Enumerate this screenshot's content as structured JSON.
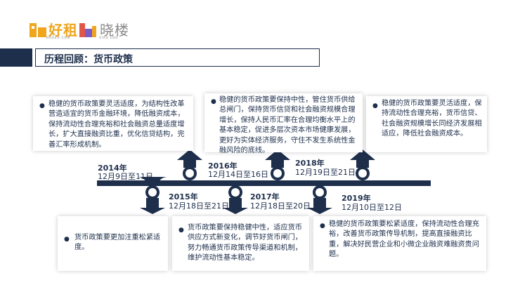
{
  "header": {
    "logo1_text": "好租",
    "logo1_sub": "HAOZU.COM",
    "logo2_text": "晓楼",
    "logo2_sub": "XIAO LOU"
  },
  "title": "历程回顾：货币政策",
  "colors": {
    "navy": "#1e2f4c",
    "logo_orange": "#f0a51c",
    "logo_red": "#e0574a",
    "logo_purple": "#7b5cc4"
  },
  "events": [
    {
      "year": "2014年",
      "dates": "12月9日至11日",
      "text": "稳健的货币政策要灵活适度，为结构性改革营造适宜的货币金融环境，降低融资成本，保持流动性合理充裕和社会融资总量适度增长，扩大直接融资比重，优化信贷结构，完善汇率形成机制。"
    },
    {
      "year": "2015年",
      "dates": "12月18日至21日",
      "text": "货币政策要更加注重松紧适度。"
    },
    {
      "year": "2016年",
      "dates": "12月14日至16日",
      "text": "稳健的货币政策要保持中性，管住货币供给总闸门，保持货币信贷和社会融资规模合理增长，保持人民币汇率在合理均衡水平上的基本稳定，促进多层次资本市场健康发展，更好为实体经济服务，守住不发生系统性金融风险的底线。"
    },
    {
      "year": "2017年",
      "dates": "12月18日至20日",
      "text": "货币政策要保持稳健中性，适应货币供应方式新变化，调节好货币闸门，努力畅通货币政策传导渠道和机制，维护流动性基本稳定。"
    },
    {
      "year": "2018年",
      "dates": "12月19日至21日",
      "text": "稳健的货币政策要灵活适度，保持流动性合理充裕，货币信贷、社会融资规模增长同经济发展相适应，降低社会融资成本。"
    },
    {
      "year": "2019年",
      "dates": "12月10日至12日",
      "text": "稳健的货币政策要松紧适度，保持流动性合理充裕，改善货币政策传导机制，提高直接融资比重，解决好民营企业和小微企业融资难融资贵问题。"
    }
  ]
}
